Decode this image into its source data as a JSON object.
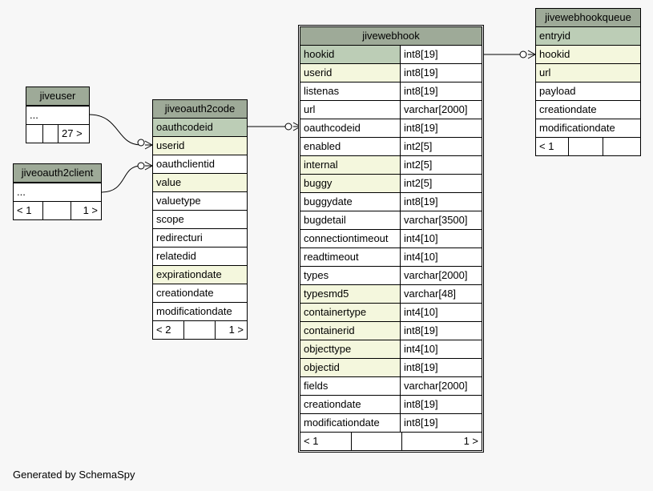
{
  "footer": "Generated by SchemaSpy",
  "tables": {
    "jiveuser": {
      "name": "jiveuser",
      "placeholder": "...",
      "foot": [
        "",
        "",
        "27 >"
      ]
    },
    "jiveoauth2client": {
      "name": "jiveoauth2client",
      "placeholder": "...",
      "foot": [
        "< 1",
        "",
        "1 >"
      ]
    },
    "jiveoauth2code": {
      "name": "jiveoauth2code",
      "columns": [
        "oauthcodeid",
        "userid",
        "oauthclientid",
        "value",
        "valuetype",
        "scope",
        "redirecturi",
        "relatedid",
        "expirationdate",
        "creationdate",
        "modificationdate"
      ],
      "foot": [
        "< 2",
        "",
        "1 >"
      ]
    },
    "jivewebhook": {
      "name": "jivewebhook",
      "columns": [
        {
          "n": "hookid",
          "t": "int8[19]"
        },
        {
          "n": "userid",
          "t": "int8[19]"
        },
        {
          "n": "listenas",
          "t": "int8[19]"
        },
        {
          "n": "url",
          "t": "varchar[2000]"
        },
        {
          "n": "oauthcodeid",
          "t": "int8[19]"
        },
        {
          "n": "enabled",
          "t": "int2[5]"
        },
        {
          "n": "internal",
          "t": "int2[5]"
        },
        {
          "n": "buggy",
          "t": "int2[5]"
        },
        {
          "n": "buggydate",
          "t": "int8[19]"
        },
        {
          "n": "bugdetail",
          "t": "varchar[3500]"
        },
        {
          "n": "connectiontimeout",
          "t": "int4[10]"
        },
        {
          "n": "readtimeout",
          "t": "int4[10]"
        },
        {
          "n": "types",
          "t": "varchar[2000]"
        },
        {
          "n": "typesmd5",
          "t": "varchar[48]"
        },
        {
          "n": "containertype",
          "t": "int4[10]"
        },
        {
          "n": "containerid",
          "t": "int8[19]"
        },
        {
          "n": "objecttype",
          "t": "int4[10]"
        },
        {
          "n": "objectid",
          "t": "int8[19]"
        },
        {
          "n": "fields",
          "t": "varchar[2000]"
        },
        {
          "n": "creationdate",
          "t": "int8[19]"
        },
        {
          "n": "modificationdate",
          "t": "int8[19]"
        }
      ],
      "foot": [
        "< 1",
        "",
        "1 >"
      ]
    },
    "jivewebhookqueue": {
      "name": "jivewebhookqueue",
      "columns": [
        "entryid",
        "hookid",
        "url",
        "payload",
        "creationdate",
        "modificationdate"
      ],
      "foot": [
        "< 1",
        "",
        ""
      ]
    }
  }
}
